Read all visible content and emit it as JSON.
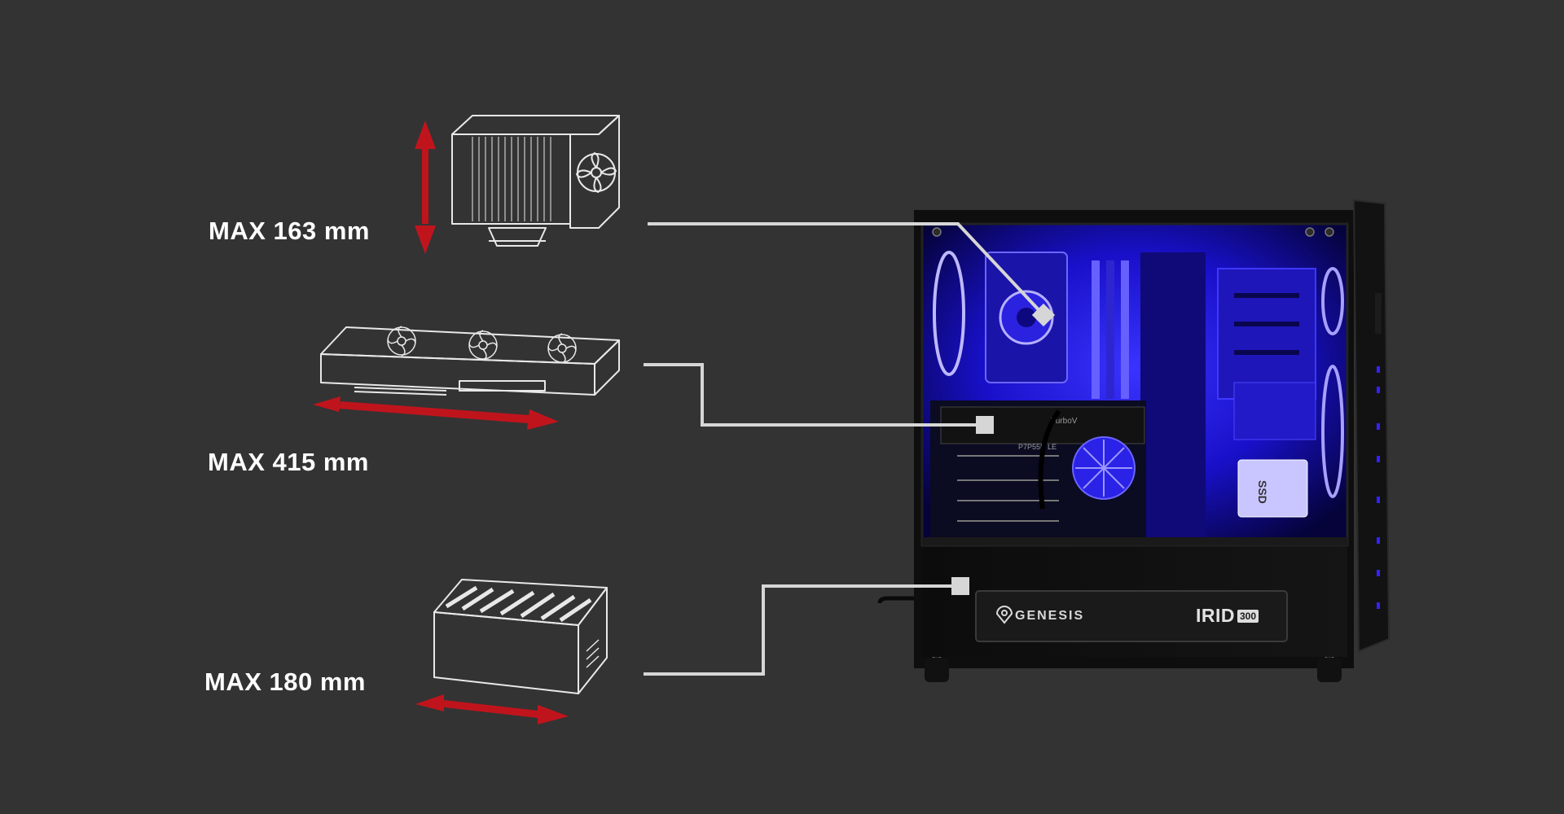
{
  "clearances": {
    "cpu_cooler": {
      "label": "MAX 163 mm",
      "icon": "cpu-cooler-icon"
    },
    "graphics_card": {
      "label": "MAX 415 mm",
      "icon": "graphics-card-icon"
    },
    "power_supply": {
      "label": "MAX 180 mm",
      "icon": "power-supply-icon"
    }
  },
  "case": {
    "brand": "GENESIS",
    "model_name": "IRID",
    "model_number": "300",
    "ssd_label": "SSD",
    "motherboard_label": "P7P55D LE"
  },
  "colors": {
    "background": "#333333",
    "arrow": "#c0141c",
    "leader_line": "#d6d6d6",
    "led_glow": "#2a1cff",
    "outline": "#e8e8e8"
  }
}
